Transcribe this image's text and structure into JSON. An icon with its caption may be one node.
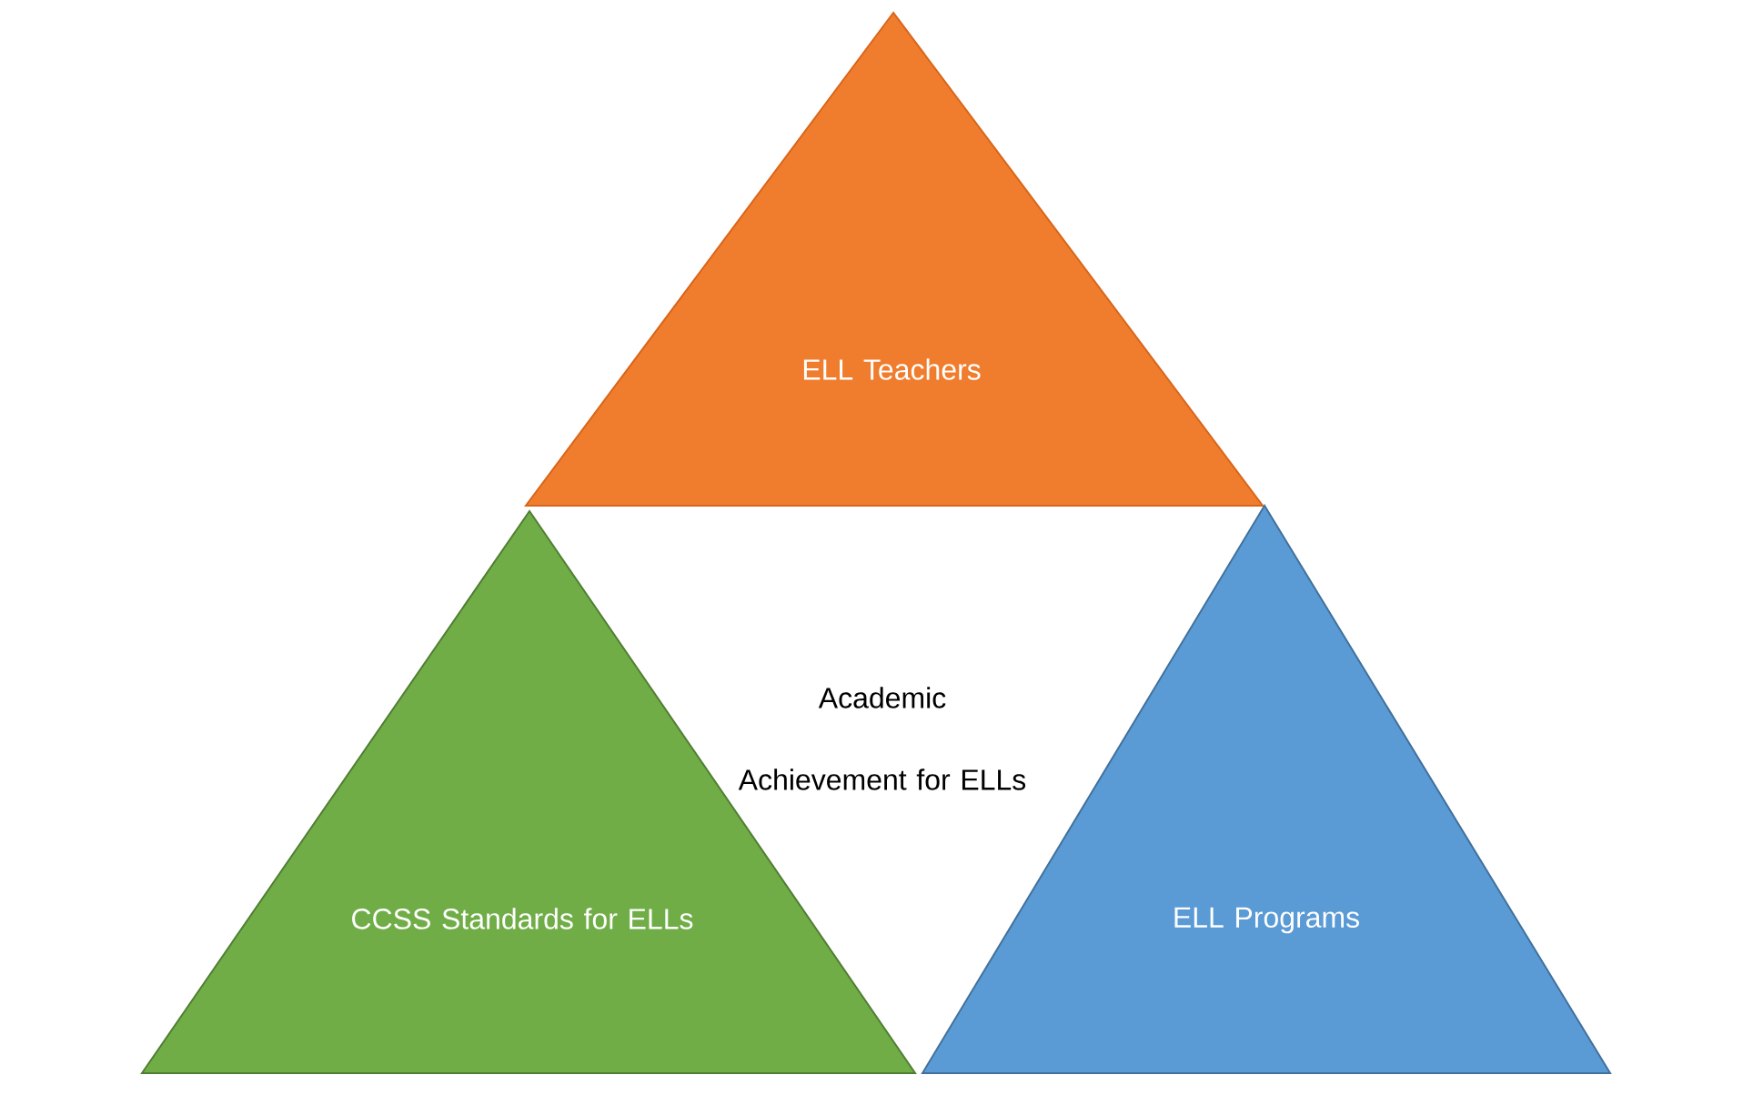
{
  "diagram": {
    "nodes": [
      {
        "text": [
          "ELL Teachers"
        ]
      },
      {
        "text": [
          "CCSS Standards for ELLs"
        ]
      },
      {
        "text": [
          "ELL Programs"
        ]
      }
    ],
    "labels": [
      "Academic Achievement for ELLs"
    ]
  }
}
